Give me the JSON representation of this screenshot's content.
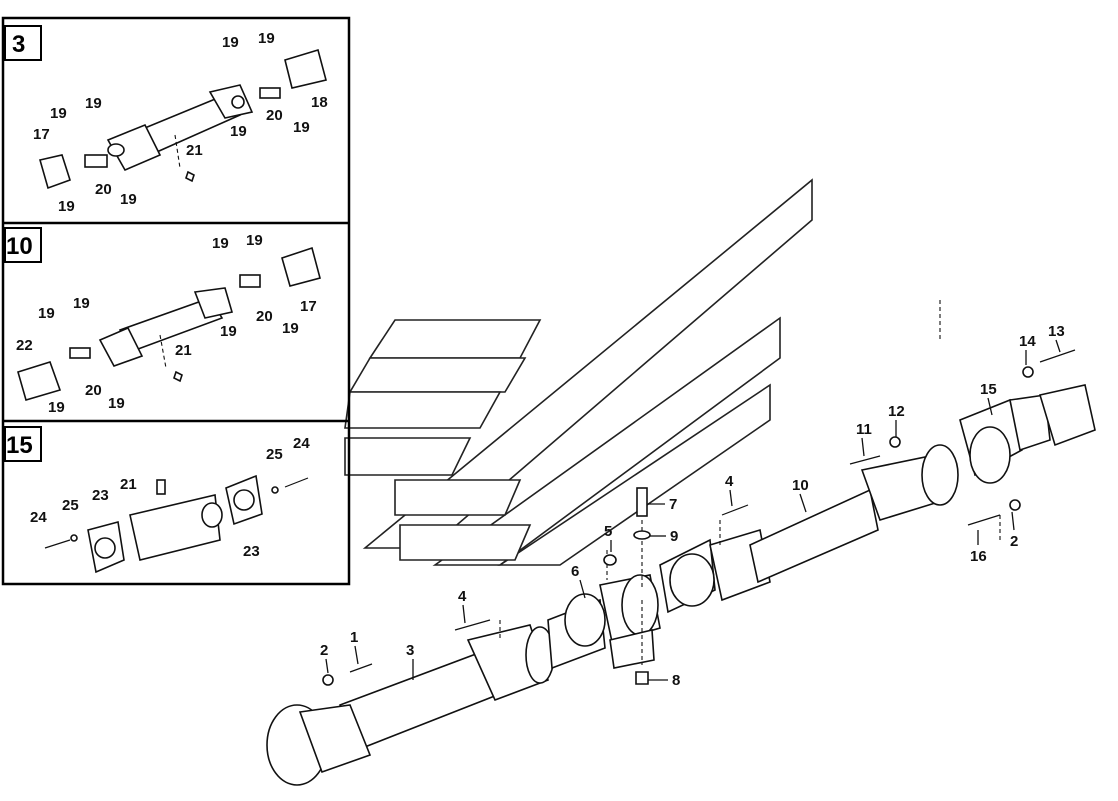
{
  "insets": [
    {
      "id": "3",
      "labels": [
        "19",
        "19",
        "18",
        "19",
        "20",
        "19",
        "21",
        "19",
        "19",
        "17",
        "20",
        "19",
        "19"
      ]
    },
    {
      "id": "10",
      "labels": [
        "19",
        "19",
        "17",
        "19",
        "20",
        "19",
        "21",
        "19",
        "19",
        "22",
        "20",
        "19",
        "19"
      ]
    },
    {
      "id": "15",
      "labels": [
        "24",
        "25",
        "21",
        "23",
        "24",
        "25",
        "23"
      ]
    }
  ],
  "main_labels": [
    "1",
    "2",
    "3",
    "4",
    "4",
    "5",
    "6",
    "7",
    "8",
    "9",
    "10",
    "11",
    "12",
    "13",
    "14",
    "15",
    "16",
    "2"
  ],
  "colors": {
    "ink": "#111111",
    "background": "#ffffff"
  }
}
